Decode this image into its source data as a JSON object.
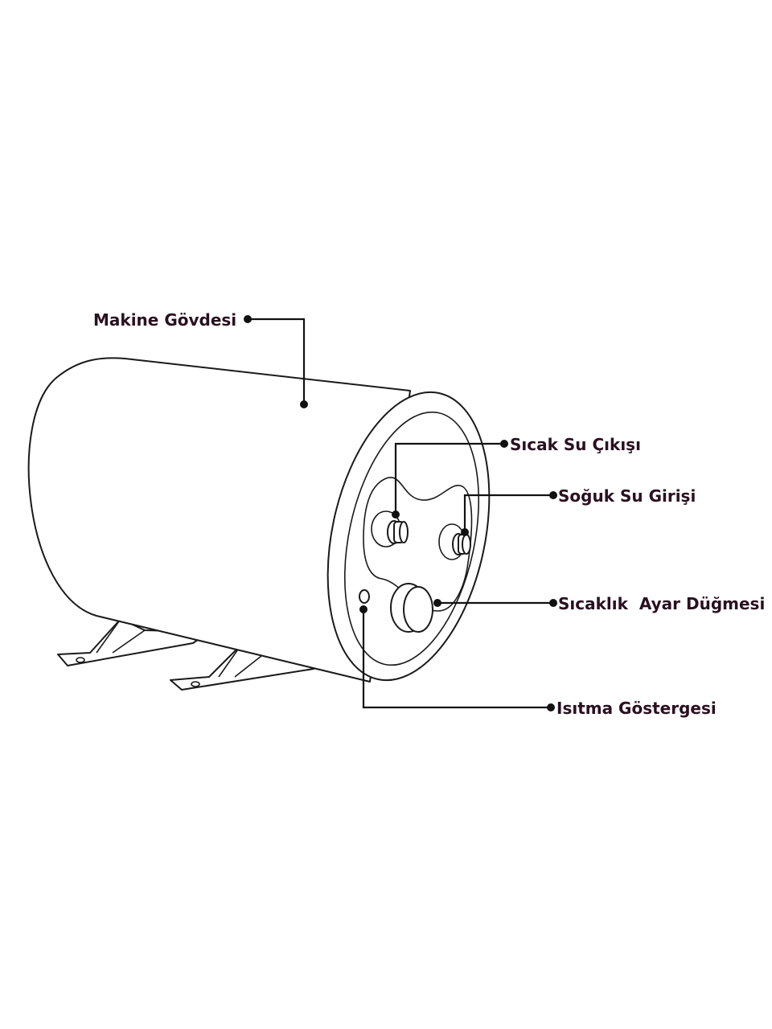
{
  "callouts": {
    "body": "Makine Gövdesi",
    "hot_outlet": "Sıcak Su Çıkışı",
    "cold_inlet": "Soğuk Su Girişi",
    "thermostat_knob": "Sıcaklık  Ayar Düğmesi",
    "heating_indicator": "Isıtma Göstergesi"
  }
}
